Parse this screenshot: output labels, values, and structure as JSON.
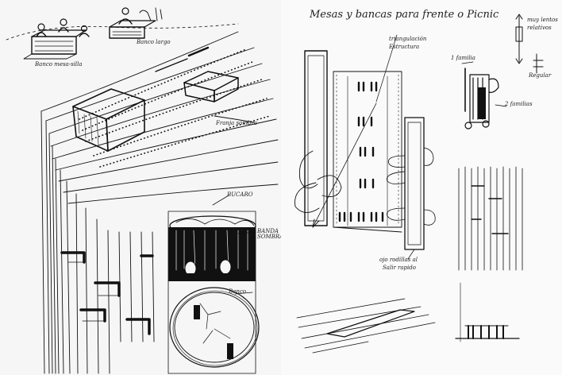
{
  "left_page": {
    "labels": {
      "banco_mesa_silla": "Banco mesa-silla",
      "banco_largo": "Banco largo",
      "franja_sombra": "Franja sombra",
      "bucaro": "BUCARO",
      "banda_sombra": "BANDA SOMBRA",
      "banco": "Banco"
    }
  },
  "right_page": {
    "title": "Mesas y bancas para frente o Picnic",
    "labels": {
      "triangulacion": "triangulación",
      "estructura": "Estructura",
      "una_familia": "1 familia",
      "dos_familias": "2 familias",
      "espacio_rodillas_1": "ojo rodillas al",
      "espacio_rodillas_2": "Salir rapido",
      "muy_lentos_1": "muy lentos",
      "muy_lentos_2": "relativos",
      "regular": "Regular"
    }
  },
  "colors": {
    "ink": "#111111",
    "paper": "#f6f6f6"
  }
}
